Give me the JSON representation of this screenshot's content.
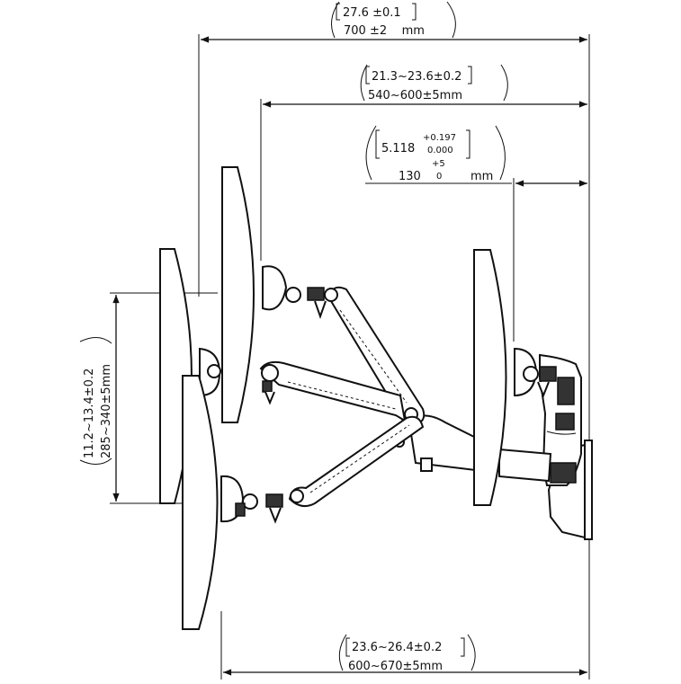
{
  "dimensions": {
    "overall_width": {
      "inch": "27.6 ±0.1",
      "mm": "700 ±2    mm"
    },
    "reach": {
      "inch": "21.3~23.6±0.2",
      "mm": "540~600±5mm"
    },
    "wall_offset": {
      "inch_base": "5.118",
      "inch_tol_upper": "+0.197",
      "inch_tol_lower": "0.000",
      "mm_base": "130",
      "mm_tol_upper": "+5",
      "mm_tol_lower": "0",
      "mm_unit": "mm"
    },
    "height_adjust": {
      "inch": "11.2~13.4±0.2",
      "mm": "285~340±5mm"
    },
    "bottom_width": {
      "inch": "23.6~26.4±0.2",
      "mm": "600~670±5mm"
    }
  }
}
